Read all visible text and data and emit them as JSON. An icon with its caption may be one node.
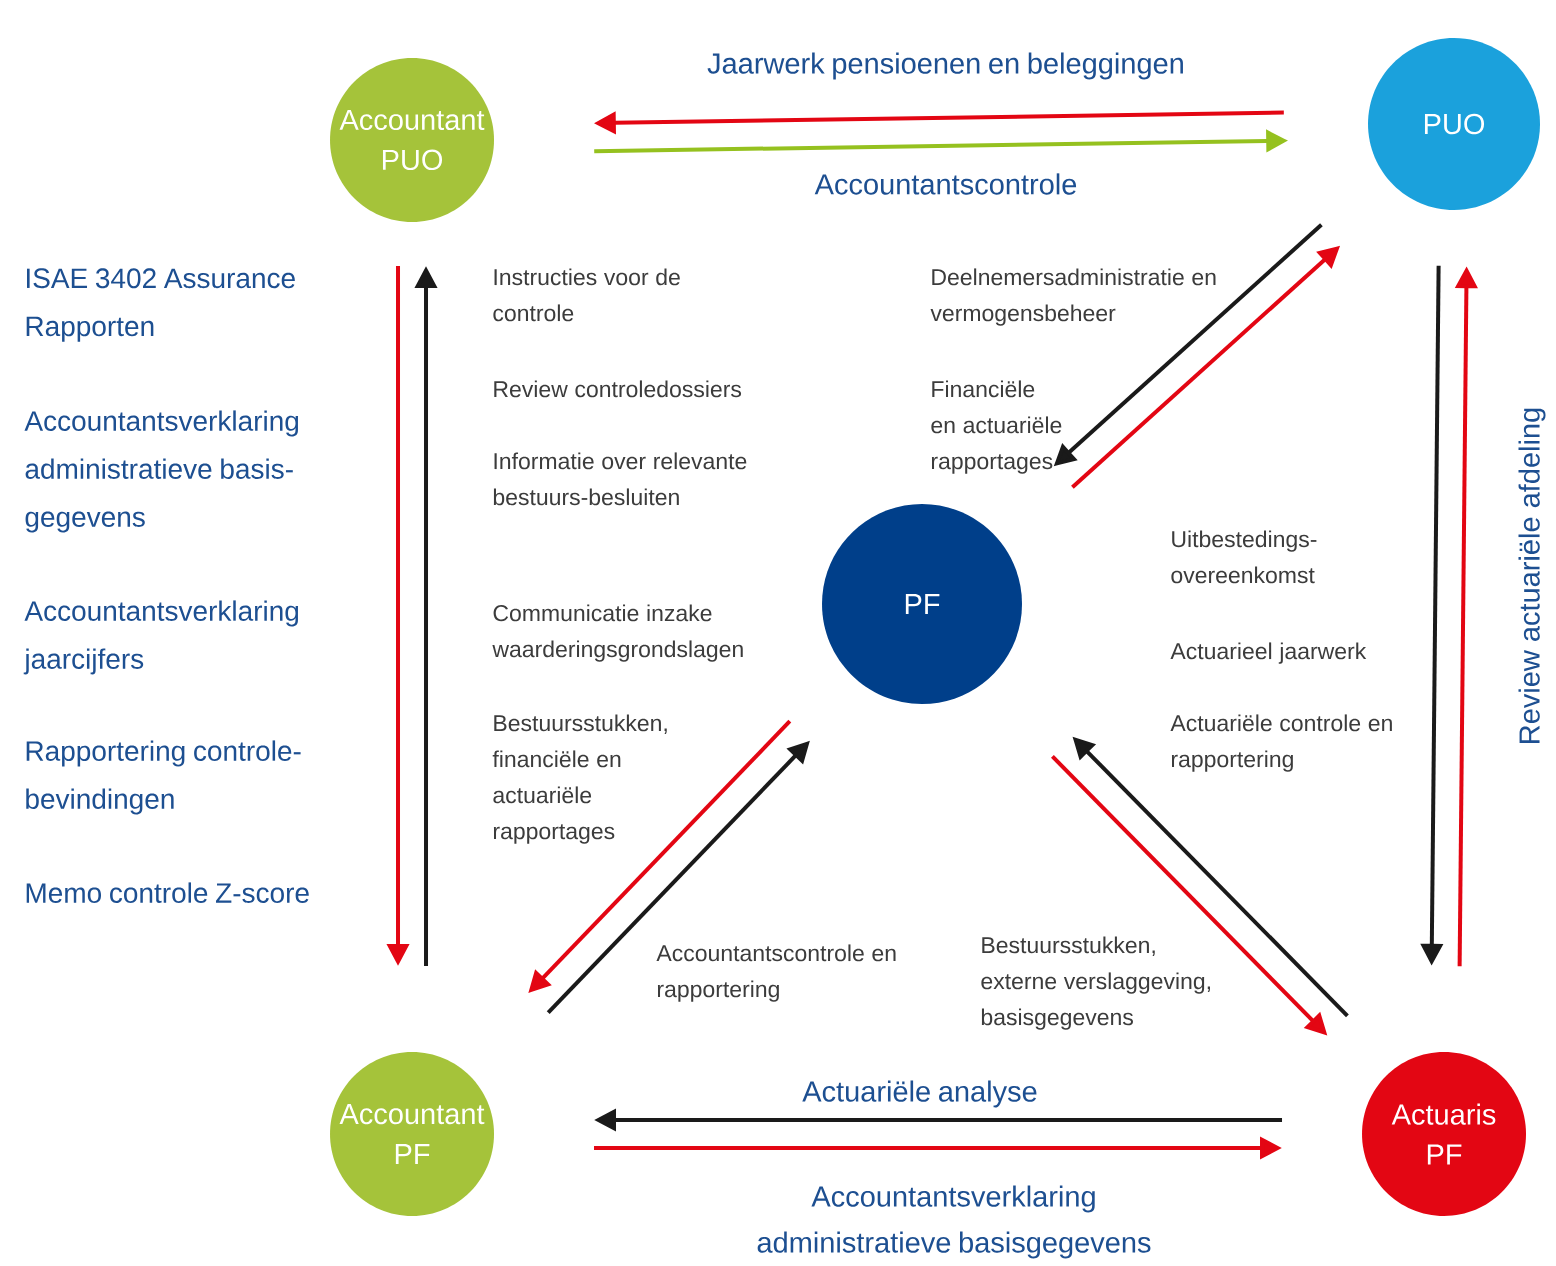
{
  "diagram": {
    "nodes": [
      {
        "text": [
          "Accountant PUO"
        ]
      },
      {
        "text": [
          "PUO"
        ]
      },
      {
        "text": [
          "PF"
        ]
      },
      {
        "text": [
          "Accountant PF"
        ]
      },
      {
        "text": [
          "Actuaris PF"
        ]
      }
    ],
    "edges": [
      {
        "from": 1,
        "to": 0,
        "arrow": "to",
        "label": "Jaarwerk pensioenen en beleggingen",
        "color": "#e30613"
      },
      {
        "from": 0,
        "to": 1,
        "arrow": "to",
        "label": "Accountantscontrole",
        "color": "#95c11f"
      },
      {
        "from": 0,
        "to": 3,
        "arrow": "to",
        "color": "#e30613"
      },
      {
        "from": 3,
        "to": 0,
        "arrow": "to",
        "color": "#1a1a1a"
      },
      {
        "from": 1,
        "to": 2,
        "arrow": "to",
        "color": "#1a1a1a"
      },
      {
        "from": 2,
        "to": 1,
        "arrow": "to",
        "color": "#e30613"
      },
      {
        "from": 1,
        "to": 4,
        "arrow": "to",
        "color": "#1a1a1a"
      },
      {
        "from": 4,
        "to": 1,
        "arrow": "to",
        "color": "#e30613"
      },
      {
        "from": 2,
        "to": 3,
        "arrow": "to",
        "color": "#e30613"
      },
      {
        "from": 3,
        "to": 2,
        "arrow": "to",
        "color": "#1a1a1a"
      },
      {
        "from": 4,
        "to": 2,
        "arrow": "to",
        "color": "#1a1a1a"
      },
      {
        "from": 2,
        "to": 4,
        "arrow": "to",
        "color": "#e30613"
      },
      {
        "from": 4,
        "to": 3,
        "arrow": "to",
        "label": "Actuariële analyse",
        "color": "#1a1a1a"
      },
      {
        "from": 3,
        "to": 4,
        "arrow": "to",
        "label": "Accountantsverklaring administratieve basisgegevens",
        "color": "#e30613"
      }
    ],
    "labels": [
      "ISAE 3402 Assurance Rapporten",
      "Accountantsverklaring administratieve basis-gegevens",
      "Accountantsverklaring jaarcijfers",
      "Rapportering controle-bevindingen",
      "Memo controle Z-score",
      "Instructies voor de controle",
      "Review controledossiers",
      "Informatie over relevante bestuurs-besluiten",
      "Communicatie inzake waarderingsgrondslagen",
      "Bestuursstukken, financiële en actuariële rapportages",
      "Deelnemersadministratie en vermogensbeheer",
      "Financiële en actuariële rapportages",
      "Uitbestedings-overeenkomst",
      "Actuarieel jaarwerk",
      "Actuariële controle en rapportering",
      "Accountantscontrole en rapportering",
      "Bestuursstukken, externe verslaggeving, basisgegevens",
      "Review actuariële afdeling"
    ]
  }
}
